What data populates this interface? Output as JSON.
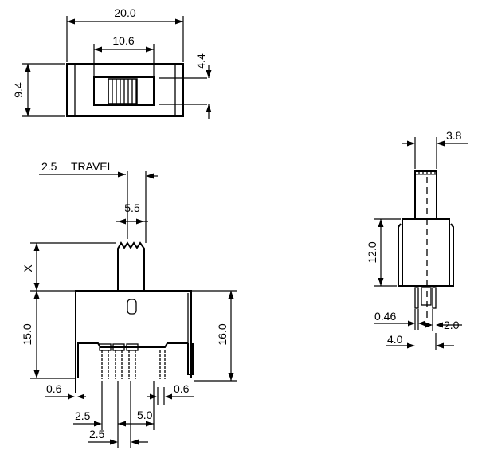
{
  "top_view": {
    "dim_width": "20.0",
    "dim_slot": "10.6",
    "dim_height": "9.4",
    "dim_slot_offset": "4.4"
  },
  "front_view": {
    "travel_value": "2.5",
    "travel_word": "TRAVEL",
    "dim_knob": "5.5",
    "dim_x": "X",
    "dim_body": "15.0",
    "dim_total": "16.0",
    "dim_left_tab": "0.6",
    "dim_right_tab": "0.6",
    "dim_pitch_a": "2.5",
    "dim_pitch_b": "5.0",
    "dim_pitch_c": "2.5",
    "marking": "0"
  },
  "side_view": {
    "dim_knob": "3.8",
    "dim_height": "12.0",
    "dim_pin": "0.46",
    "dim_spacing": "2.0",
    "dim_offset": "4.0"
  }
}
